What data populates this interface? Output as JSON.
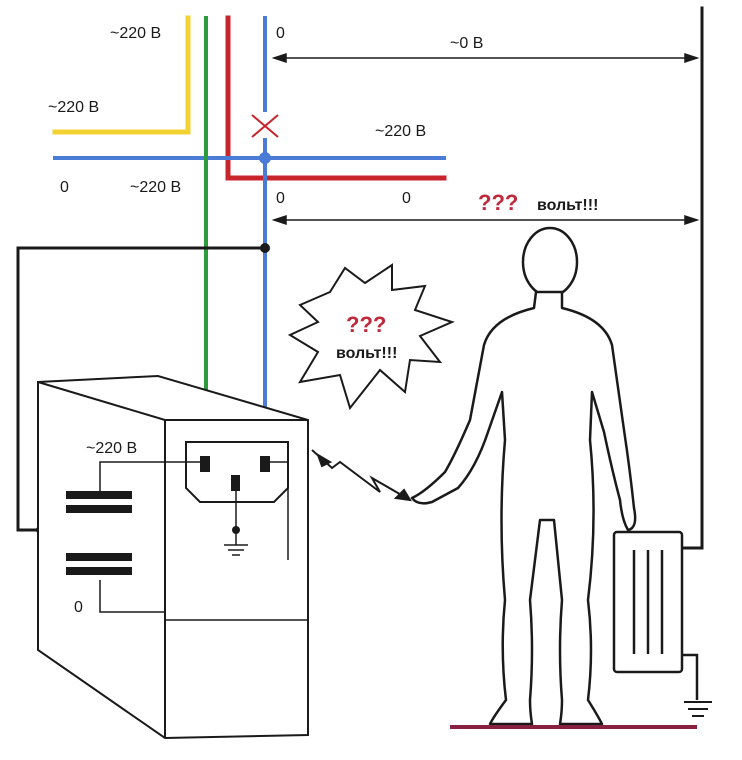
{
  "labels": {
    "yellow_top": "~220 В",
    "yellow_left": "~220 В",
    "red_right": "~220 В",
    "blue_zero_left": "0",
    "red_zero_label": "~220 В",
    "blue_top_zero": "0",
    "blue_mid_zero": "0",
    "red_zero": "0",
    "dim_top": "~0 В",
    "dim_mid_q": "???",
    "dim_mid_unit": "вольт!!!",
    "burst_q": "???",
    "burst_unit": "вольт!!!",
    "case_voltage": "~220 В",
    "case_zero": "0"
  },
  "colors": {
    "yellow": "#f2d232",
    "green": "#2e9a3e",
    "red": "#c8242c",
    "blue": "#4a7bd6",
    "black": "#1a1a1a",
    "floor": "#8a2040",
    "accent": "#c0283c"
  },
  "icons": {
    "break_mark": "x-break-icon",
    "ground": "ground-icon",
    "spark": "lightning-spark-icon",
    "radiator": "radiator-icon",
    "person": "person-silhouette-icon"
  }
}
